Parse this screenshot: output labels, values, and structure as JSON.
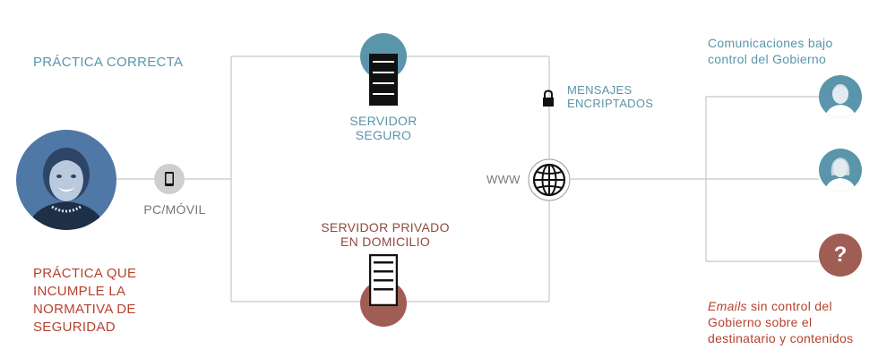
{
  "labels": {
    "correct_practice": "PRÁCTICA CORRECTA",
    "pc_movil": "PC/MÓVIL",
    "servidor_seguro_l1": "SERVIDOR",
    "servidor_seguro_l2": "SEGURO",
    "mensajes_l1": "MENSAJES",
    "mensajes_l2": "ENCRIPTADOS",
    "www": "WWW",
    "servidor_privado_l1": "SERVIDOR PRIVADO",
    "servidor_privado_l2": "EN DOMICILIO",
    "incorrect_l1": "PRÁCTICA QUE",
    "incorrect_l2": "INCUMPLE LA",
    "incorrect_l3": "NORMATIVA DE",
    "incorrect_l4": "SEGURIDAD",
    "gov_l1": "Comunicaciones bajo",
    "gov_l2": "control del Gobierno",
    "nogov_em": "Emails",
    "nogov_l1_rest": " sin control del",
    "nogov_l2": "Gobierno sobre el",
    "nogov_l3": "destinatario y contenidos",
    "unknown_mark": "?"
  },
  "icons": [
    "user-portrait",
    "phone-icon",
    "server-icon",
    "lock-icon",
    "globe-icon",
    "person-icon",
    "question-icon"
  ],
  "colors": {
    "blue": "#5a95ab",
    "red": "#b5422c",
    "brown": "#9f5d54",
    "line": "#c8c8c8",
    "gray_circle": "#cfcfcf"
  }
}
